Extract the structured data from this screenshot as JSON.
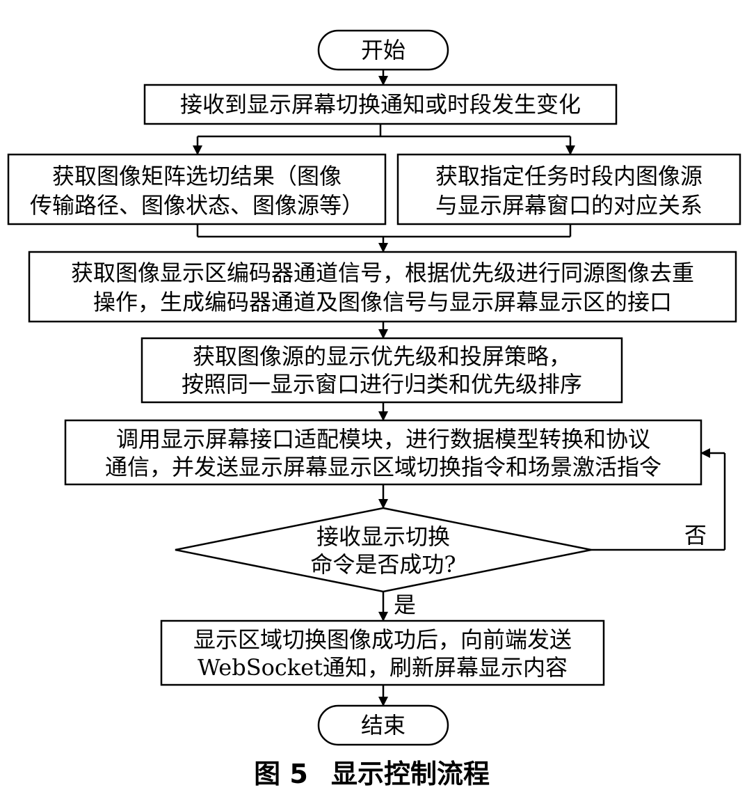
{
  "nodes": {
    "start": "开始",
    "step1": "接收到显示屏幕切换通知或时段发生变化",
    "step2a": [
      "获取图像矩阵选切结果（图像",
      "传输路径、图像状态、图像源等）"
    ],
    "step2b": [
      "获取指定任务时段内图像源",
      "与显示屏幕窗口的对应关系"
    ],
    "step3": [
      "获取图像显示区编码器通道信号，根据优先级进行同源图像去重",
      "操作，生成编码器通道及图像信号与显示屏幕显示区的接口"
    ],
    "step4": [
      "获取图像源的显示优先级和投屏策略，",
      "按照同一显示窗口进行归类和优先级排序"
    ],
    "step5": [
      "调用显示屏幕接口适配模块，进行数据模型转换和协议",
      "通信，并发送显示屏幕显示区域切换指令和场景激活指令"
    ],
    "decision": [
      "接收显示切换",
      "命令是否成功?"
    ],
    "yes_label": "是",
    "no_label": "否",
    "step6": [
      "显示区域切换图像成功后，向前端发送",
      "WebSocket通知，刷新屏幕显示内容"
    ],
    "end": "结束"
  },
  "caption": {
    "figure_number": "图 5",
    "title": "显示控制流程"
  }
}
